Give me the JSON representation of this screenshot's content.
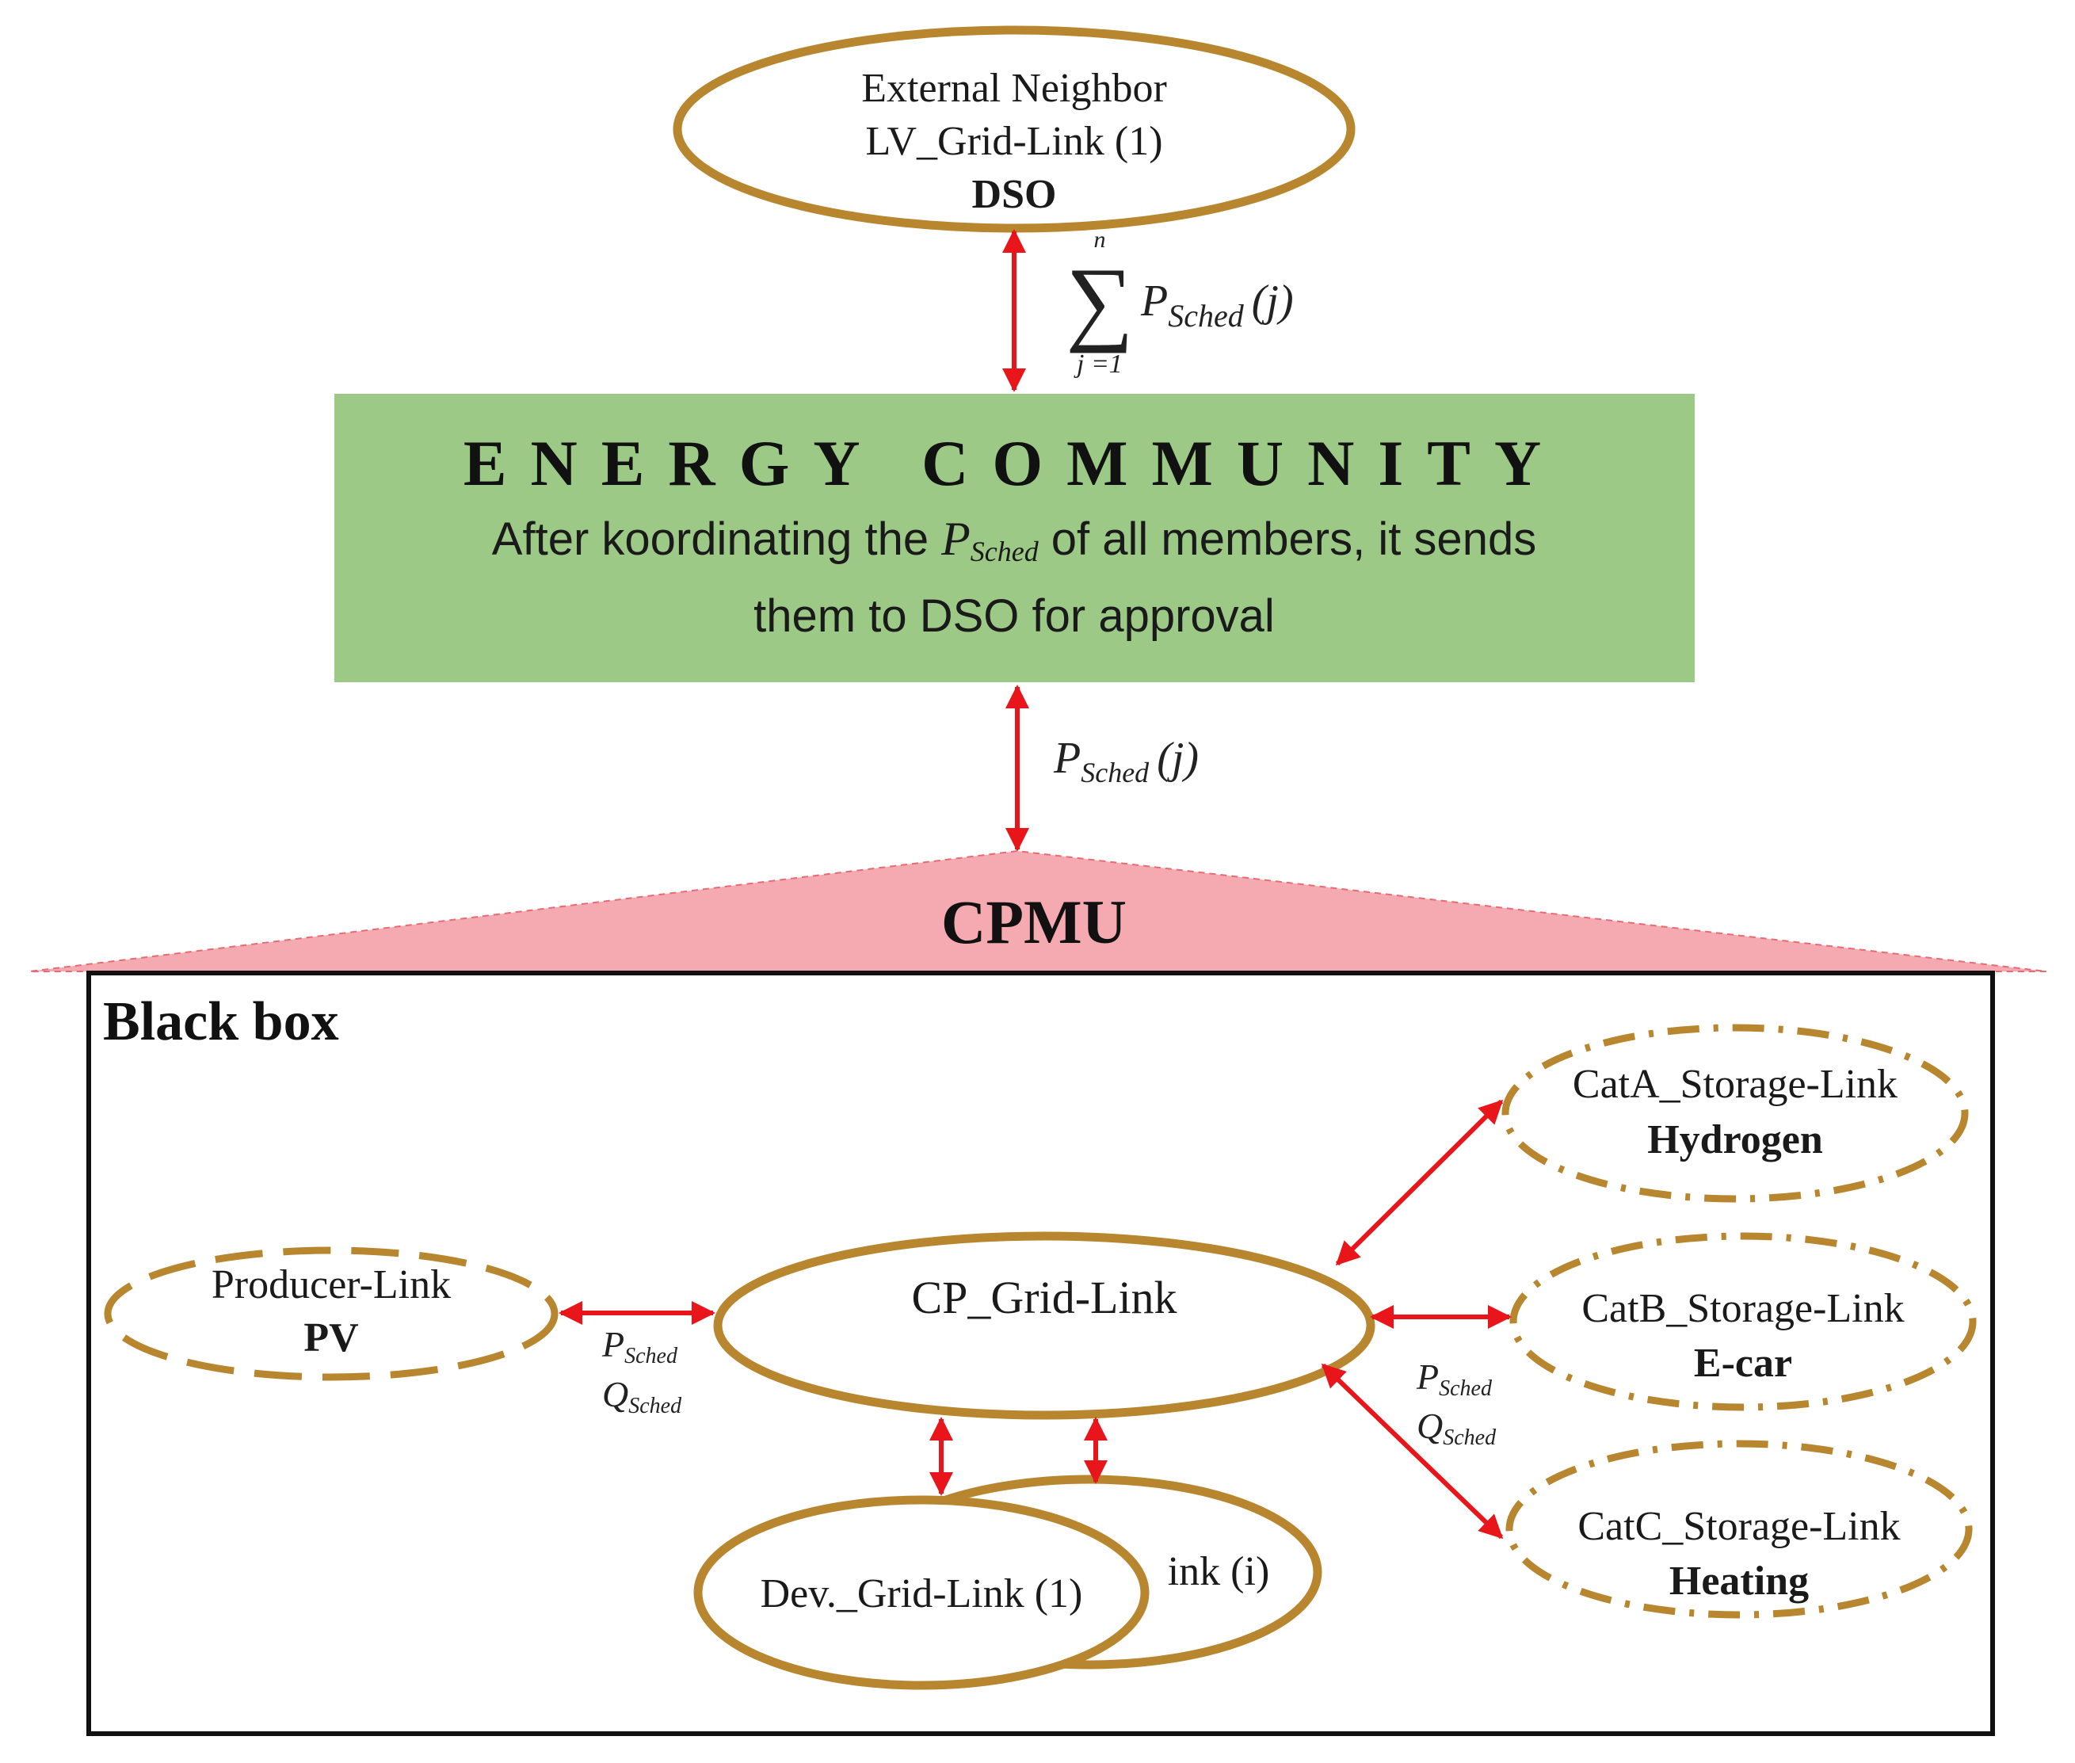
{
  "colors": {
    "node_outline": "#b8862e",
    "arrow": "#e8151b",
    "community_fill": "#9dc987",
    "cpmu_fill": "#f4aab0",
    "box_border": "#111111"
  },
  "icons": {
    "arrow_head": "triangle-arrowhead"
  },
  "dso": {
    "line1": "External Neighbor",
    "line2": "LV_Grid-Link (1)",
    "line3": "DSO"
  },
  "sum_label": {
    "upper": "n",
    "lower": "j =1",
    "symbol": "∑",
    "p": "P",
    "sub": "Sched",
    "arg": "(j)"
  },
  "community": {
    "title": "ENERGY COMMUNITY",
    "text_before": "After koordinating the",
    "p": "P",
    "sub": "Sched",
    "text_after": "of all members, it sends",
    "line2": "them to DSO for approval"
  },
  "member_label": {
    "p": "P",
    "sub": "Sched",
    "arg": "(j)"
  },
  "cpmu": {
    "label": "CPMU"
  },
  "black_box": {
    "label": "Black box"
  },
  "producer": {
    "line1": "Producer-Link",
    "line2": "PV"
  },
  "cp_grid": {
    "label": "CP_Grid-Link"
  },
  "dev_grid": {
    "front": "Dev._Grid-Link (1)",
    "back": "ink (i)"
  },
  "flow_left": {
    "p": "P",
    "p_sub": "Sched",
    "q": "Q",
    "q_sub": "Sched"
  },
  "flow_right": {
    "p": "P",
    "p_sub": "Sched",
    "q": "Q",
    "q_sub": "Sched"
  },
  "storage": [
    {
      "line1": "CatA_Storage-Link",
      "line2": "Hydrogen"
    },
    {
      "line1": "CatB_Storage-Link",
      "line2": "E-car"
    },
    {
      "line1": "CatC_Storage-Link",
      "line2": "Heating"
    }
  ]
}
